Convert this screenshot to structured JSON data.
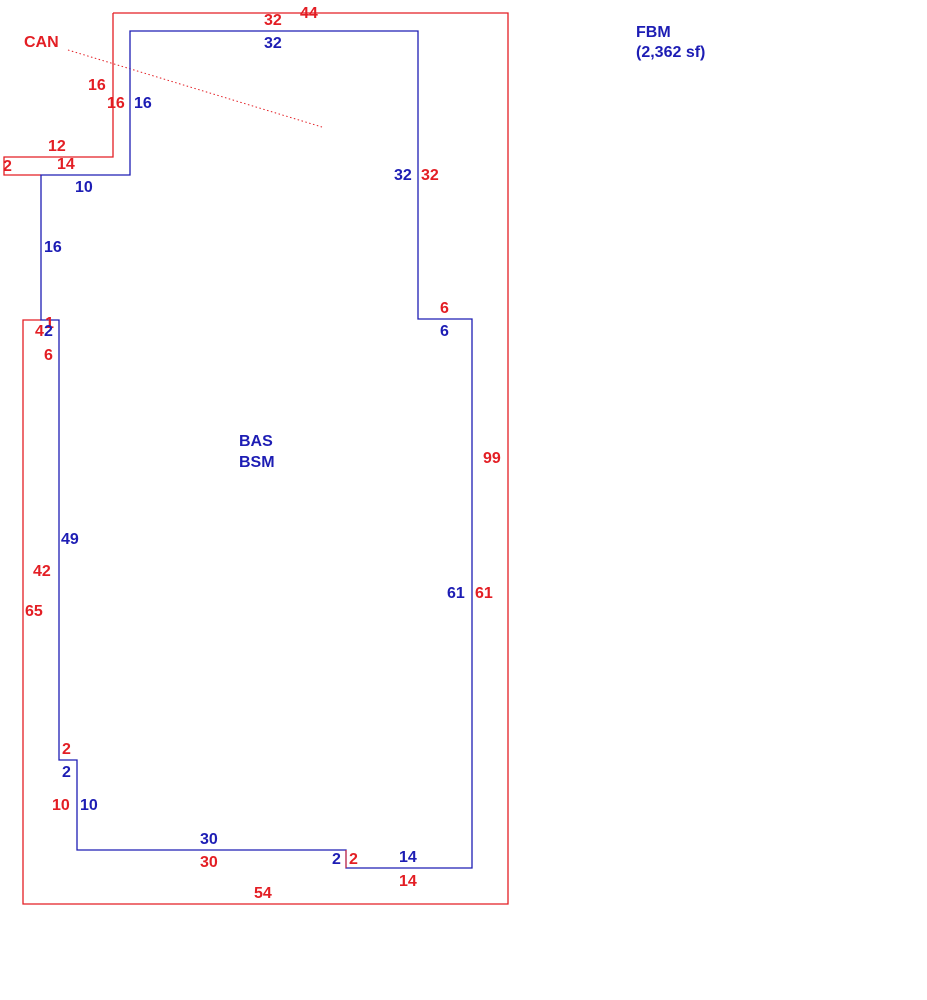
{
  "colors": {
    "outer": "#e31e24",
    "inner": "#1d1db4"
  },
  "legend": {
    "title": "FBM",
    "area": "(2,362 sf)"
  },
  "area_labels": {
    "line1": "BAS",
    "line2": "BSM",
    "can": "CAN"
  },
  "dims_red": {
    "top_a": "32",
    "top_b": "44",
    "can_16_a": "16",
    "can_16_b": "16",
    "step_12": "12",
    "step_2": "2",
    "step_14": "14",
    "right_32": "32",
    "right_6": "6",
    "right_99": "99",
    "right_61": "61",
    "left_4": "4",
    "left_1": "1",
    "left_6": "6",
    "left_42": "42",
    "left_65": "65",
    "bottom_2": "2",
    "left_10": "10",
    "bottom_30": "30",
    "bottom_2b": "2",
    "bottom_14": "14",
    "bottom_54": "54"
  },
  "dims_blue": {
    "top_32": "32",
    "left_16_top": "16",
    "step_10": "10",
    "left_16": "16",
    "left_2": "2",
    "right_32": "32",
    "right_6": "6",
    "left_49": "49",
    "right_61": "61",
    "jog_2": "2",
    "jog_10": "10",
    "bottom_30": "30",
    "bottom_2": "2",
    "bottom_14": "14"
  }
}
